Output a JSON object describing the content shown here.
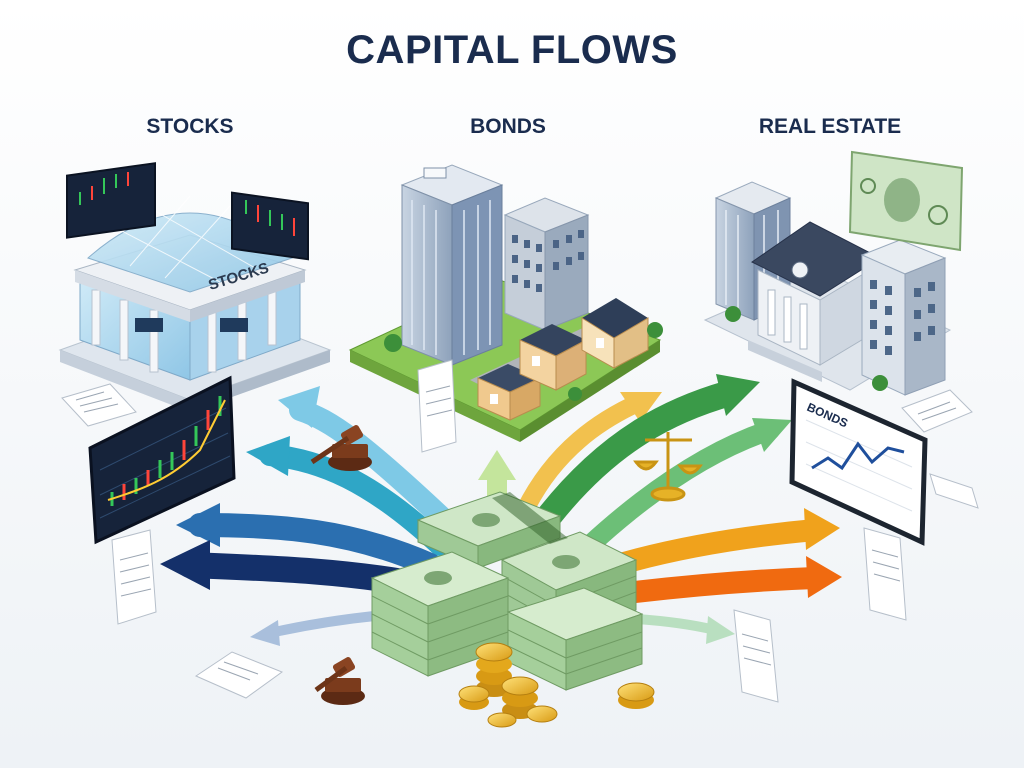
{
  "title": "CAPITAL FLOWS",
  "categories": [
    {
      "label": "STOCKS"
    },
    {
      "label": "BONDS"
    },
    {
      "label": "REAL ESTATE"
    }
  ],
  "signs": {
    "stock_exchange": "STOCKS",
    "bonds_monitor": "BONDS"
  },
  "colors": {
    "title": "#1a2c4e",
    "navy": "#14306a",
    "blue": "#2b6fb0",
    "teal": "#2fa6c6",
    "light_blue": "#7ec9e6",
    "lime": "#a8d86a",
    "yellow": "#f2c14e",
    "green": "#3a9a48",
    "orange": "#f08a1c",
    "deep_orange": "#f06a10",
    "money": "#a9d3a0",
    "gold": "#e6b227"
  },
  "icons": [
    "stock-exchange-icon",
    "office-tower-icon",
    "house-icon",
    "bank-building-icon",
    "dollar-bill-icon",
    "cash-stack-icon",
    "gold-coin-icon",
    "gavel-icon",
    "scales-icon",
    "document-icon",
    "candlestick-chart-icon",
    "line-chart-icon"
  ]
}
